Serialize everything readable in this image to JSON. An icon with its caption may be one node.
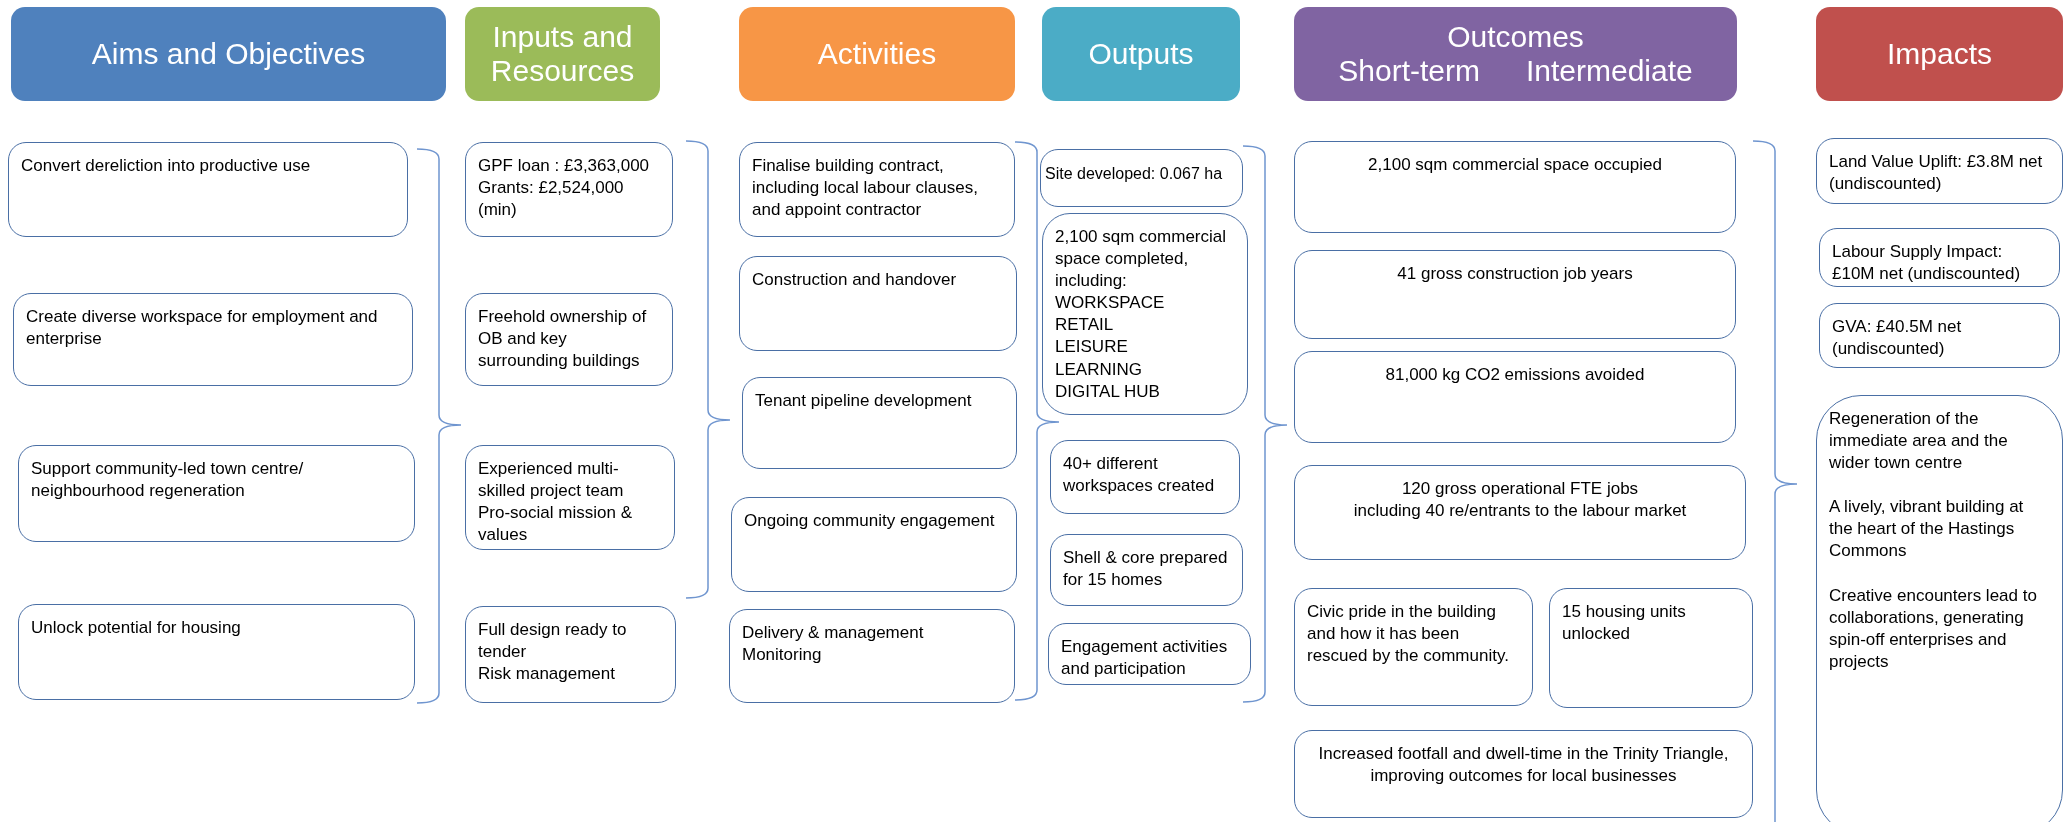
{
  "diagram": {
    "nodes": [
      {
        "text": [
          "Aims and Objectives"
        ]
      },
      {
        "text": [
          "Inputs and Resources"
        ]
      },
      {
        "text": [
          "Activities"
        ]
      },
      {
        "text": [
          "Outputs"
        ]
      },
      {
        "text": [
          "Outcomes",
          "Short-term",
          "Intermediate"
        ]
      },
      {
        "text": [
          "Impacts"
        ]
      },
      {
        "text": [
          "Convert dereliction into productive use"
        ]
      },
      {
        "text": [
          "Create diverse workspace for employment and enterprise"
        ]
      },
      {
        "text": [
          "Support community-led town centre/ neighbourhood regeneration"
        ]
      },
      {
        "text": [
          "Unlock potential for housing"
        ]
      },
      {
        "text": [
          "GPF loan : £3,363,000",
          "Grants: £2,524,000 (min)"
        ]
      },
      {
        "text": [
          "Freehold ownership of OB and key surrounding buildings"
        ]
      },
      {
        "text": [
          "Experienced multi-skilled project team",
          "Pro-social mission & values"
        ]
      },
      {
        "text": [
          "Full design ready to tender",
          "Risk management"
        ]
      },
      {
        "text": [
          "Finalise building contract, including local labour clauses, and appoint contractor"
        ]
      },
      {
        "text": [
          "Construction and handover"
        ]
      },
      {
        "text": [
          "Tenant pipeline development"
        ]
      },
      {
        "text": [
          "Ongoing community engagement"
        ]
      },
      {
        "text": [
          "Delivery & management",
          "Monitoring"
        ]
      },
      {
        "text": [
          "Site developed: 0.067 ha"
        ]
      },
      {
        "text": [
          "2,100 sqm commercial space completed, including:",
          "WORKSPACE",
          "RETAIL",
          "LEISURE",
          "LEARNING",
          "DIGITAL HUB"
        ]
      },
      {
        "text": [
          "40+ different workspaces created"
        ]
      },
      {
        "text": [
          "Shell & core prepared for 15 homes"
        ]
      },
      {
        "text": [
          "Engagement activities and participation"
        ]
      },
      {
        "text": [
          "2,100 sqm commercial space occupied"
        ]
      },
      {
        "text": [
          "41 gross construction job years"
        ]
      },
      {
        "text": [
          "81,000 kg CO2 emissions avoided"
        ]
      },
      {
        "text": [
          "120 gross operational FTE jobs",
          "including 40 re/entrants to the labour market"
        ]
      },
      {
        "text": [
          "Civic pride in the building and how it has been rescued by the community."
        ]
      },
      {
        "text": [
          "15 housing units unlocked"
        ]
      },
      {
        "text": [
          "Increased footfall and dwell-time in the Trinity Triangle, improving outcomes for local businesses"
        ]
      },
      {
        "text": [
          "Land Value Uplift: £3.8M net (undiscounted)"
        ]
      },
      {
        "text": [
          "Labour Supply Impact: £10M net (undiscounted)"
        ]
      },
      {
        "text": [
          "GVA: £40.5M net (undiscounted)"
        ]
      },
      {
        "text": [
          "Regeneration of the immediate area and the wider town centre",
          "A lively, vibrant building at the heart of the Hastings Commons",
          "Creative encounters lead to collaborations, generating spin-off enterprises and projects"
        ]
      }
    ]
  }
}
